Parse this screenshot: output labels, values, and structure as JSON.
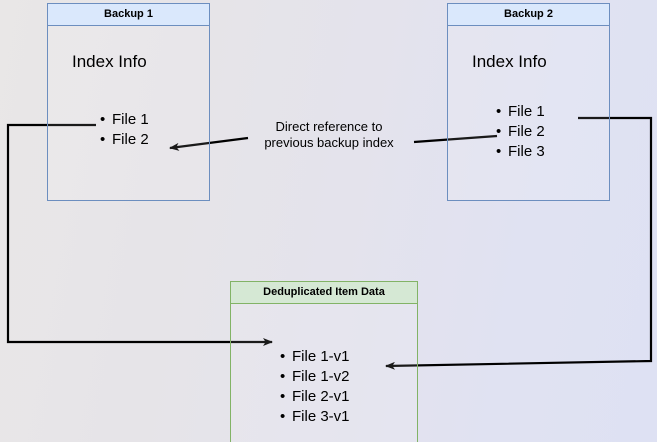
{
  "diagram": {
    "title": "Backup deduplication reference diagram",
    "background": {
      "from": "#e9e7e7",
      "to": "#dee1f3"
    },
    "palette": {
      "blue_border": "#6c8ebf",
      "blue_fill": "#dae8fc",
      "green_border": "#82b366",
      "green_fill": "#d5e8d4",
      "connector": "#000000"
    },
    "boxes": {
      "backup1": {
        "header": "Backup 1",
        "index_label": "Index Info",
        "files": [
          "File 1",
          "File 2"
        ]
      },
      "backup2": {
        "header": "Backup 2",
        "index_label": "Index Info",
        "files": [
          "File 1",
          "File 2",
          "File 3"
        ]
      },
      "dedup": {
        "header": "Deduplicated Item Data",
        "files": [
          "File 1-v1",
          "File 1-v2",
          "File 2-v1",
          "File 3-v1"
        ]
      }
    },
    "annotations": {
      "center_caption_line1": "Direct reference to",
      "center_caption_line2": "previous backup index"
    }
  }
}
